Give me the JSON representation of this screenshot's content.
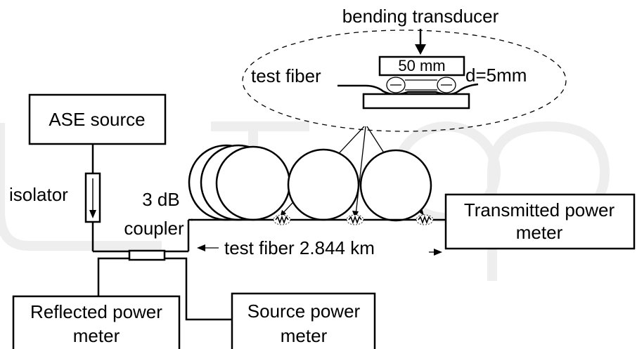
{
  "transducer": {
    "title": "bending transducer",
    "length_label": "50 mm",
    "fiber_label": "test fiber",
    "diameter_label": "d=5mm"
  },
  "source": {
    "label": "ASE source"
  },
  "isolator": {
    "label": "isolator"
  },
  "coupler": {
    "line1": "3 dB",
    "line2": "coupler"
  },
  "fiber": {
    "label": "test fiber 2.844 km"
  },
  "transmitted_meter": {
    "line1": "Transmitted power",
    "line2": "meter"
  },
  "reflected_meter": {
    "line1": "Reflected power",
    "line2": "meter"
  },
  "source_meter": {
    "line1": "Source power",
    "line2": "meter"
  }
}
